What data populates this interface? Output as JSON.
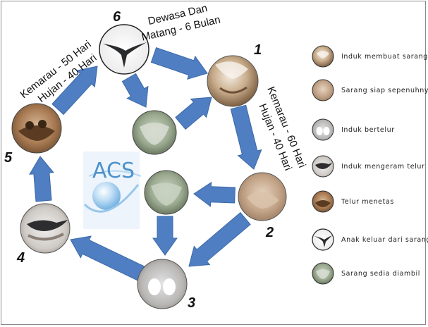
{
  "cycle": {
    "stages": [
      {
        "number": "1",
        "meaning": "Induk membuat sarang"
      },
      {
        "number": "2",
        "meaning": "Sarang siap sepenuhnya"
      },
      {
        "number": "3",
        "meaning": "Induk bertelur"
      },
      {
        "number": "4",
        "meaning": "Induk mengeram telur"
      },
      {
        "number": "5",
        "meaning": "Telur menetas"
      },
      {
        "number": "6",
        "meaning": "Anak keluar dari sarang"
      }
    ],
    "durations": {
      "top_line1": "Dewasa Dan",
      "top_line2": "Matang - 6 Bulan",
      "left_line1": "Kemarau - 50 Hari",
      "left_line2": "Hujan - 40 Hari",
      "right_line1": "Kemarau - 60 Hari",
      "right_line2": "Hujan - 40 Hari"
    }
  },
  "watermark": {
    "text": "ACS"
  },
  "legend": {
    "items": [
      {
        "label": "Induk membuat sarang",
        "icon": "nest-building-photo"
      },
      {
        "label": "Sarang siap sepenuhnya",
        "icon": "finished-nest-photo"
      },
      {
        "label": "Induk bertelur",
        "icon": "eggs-photo"
      },
      {
        "label": "Induk mengeram telur",
        "icon": "incubating-bird-photo"
      },
      {
        "label": "Telur menetas",
        "icon": "hatchlings-photo"
      },
      {
        "label": "Anak keluar dari sarang",
        "icon": "flying-swiftlet-photo"
      },
      {
        "label": "Sarang sedia diambil",
        "icon": "harvest-nest-photo"
      }
    ]
  },
  "colors": {
    "arrow": "#4f7fc2",
    "arrow_edge": "#3b68a8",
    "watermark": "#2e7fc4"
  }
}
